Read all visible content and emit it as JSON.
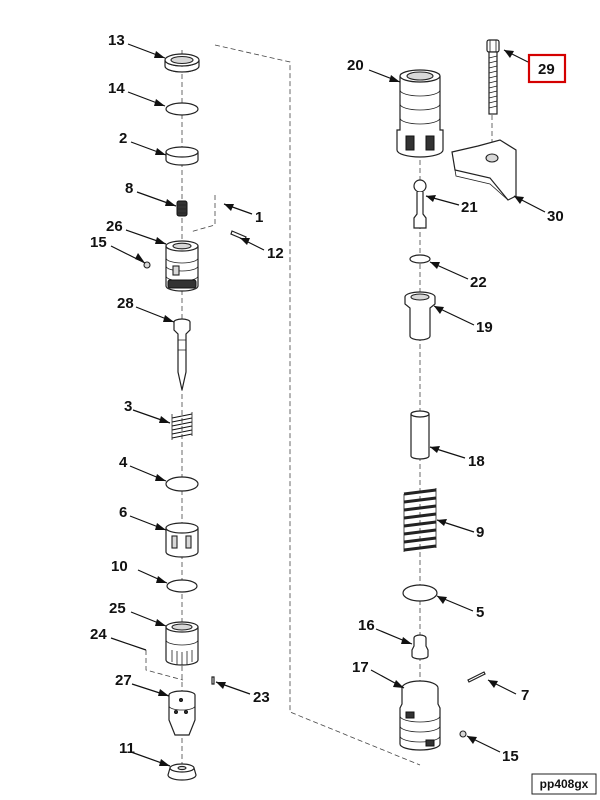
{
  "diagram": {
    "callouts": [
      {
        "id": "c13",
        "text": "13"
      },
      {
        "id": "c14",
        "text": "14"
      },
      {
        "id": "c2",
        "text": "2"
      },
      {
        "id": "c8",
        "text": "8"
      },
      {
        "id": "c1",
        "text": "1"
      },
      {
        "id": "c26",
        "text": "26"
      },
      {
        "id": "c12",
        "text": "12"
      },
      {
        "id": "c15a",
        "text": "15"
      },
      {
        "id": "c28",
        "text": "28"
      },
      {
        "id": "c3",
        "text": "3"
      },
      {
        "id": "c4",
        "text": "4"
      },
      {
        "id": "c6",
        "text": "6"
      },
      {
        "id": "c10",
        "text": "10"
      },
      {
        "id": "c25",
        "text": "25"
      },
      {
        "id": "c24",
        "text": "24"
      },
      {
        "id": "c27",
        "text": "27"
      },
      {
        "id": "c23",
        "text": "23"
      },
      {
        "id": "c11",
        "text": "11"
      },
      {
        "id": "c20",
        "text": "20"
      },
      {
        "id": "c29",
        "text": "29"
      },
      {
        "id": "c30",
        "text": "30"
      },
      {
        "id": "c21",
        "text": "21"
      },
      {
        "id": "c22",
        "text": "22"
      },
      {
        "id": "c19",
        "text": "19"
      },
      {
        "id": "c18",
        "text": "18"
      },
      {
        "id": "c9",
        "text": "9"
      },
      {
        "id": "c5",
        "text": "5"
      },
      {
        "id": "c16",
        "text": "16"
      },
      {
        "id": "c17",
        "text": "17"
      },
      {
        "id": "c7",
        "text": "7"
      },
      {
        "id": "c15b",
        "text": "15"
      }
    ],
    "highlight": {
      "callout": "29",
      "color": "#d40000"
    },
    "figure_id": "pp408gx"
  }
}
